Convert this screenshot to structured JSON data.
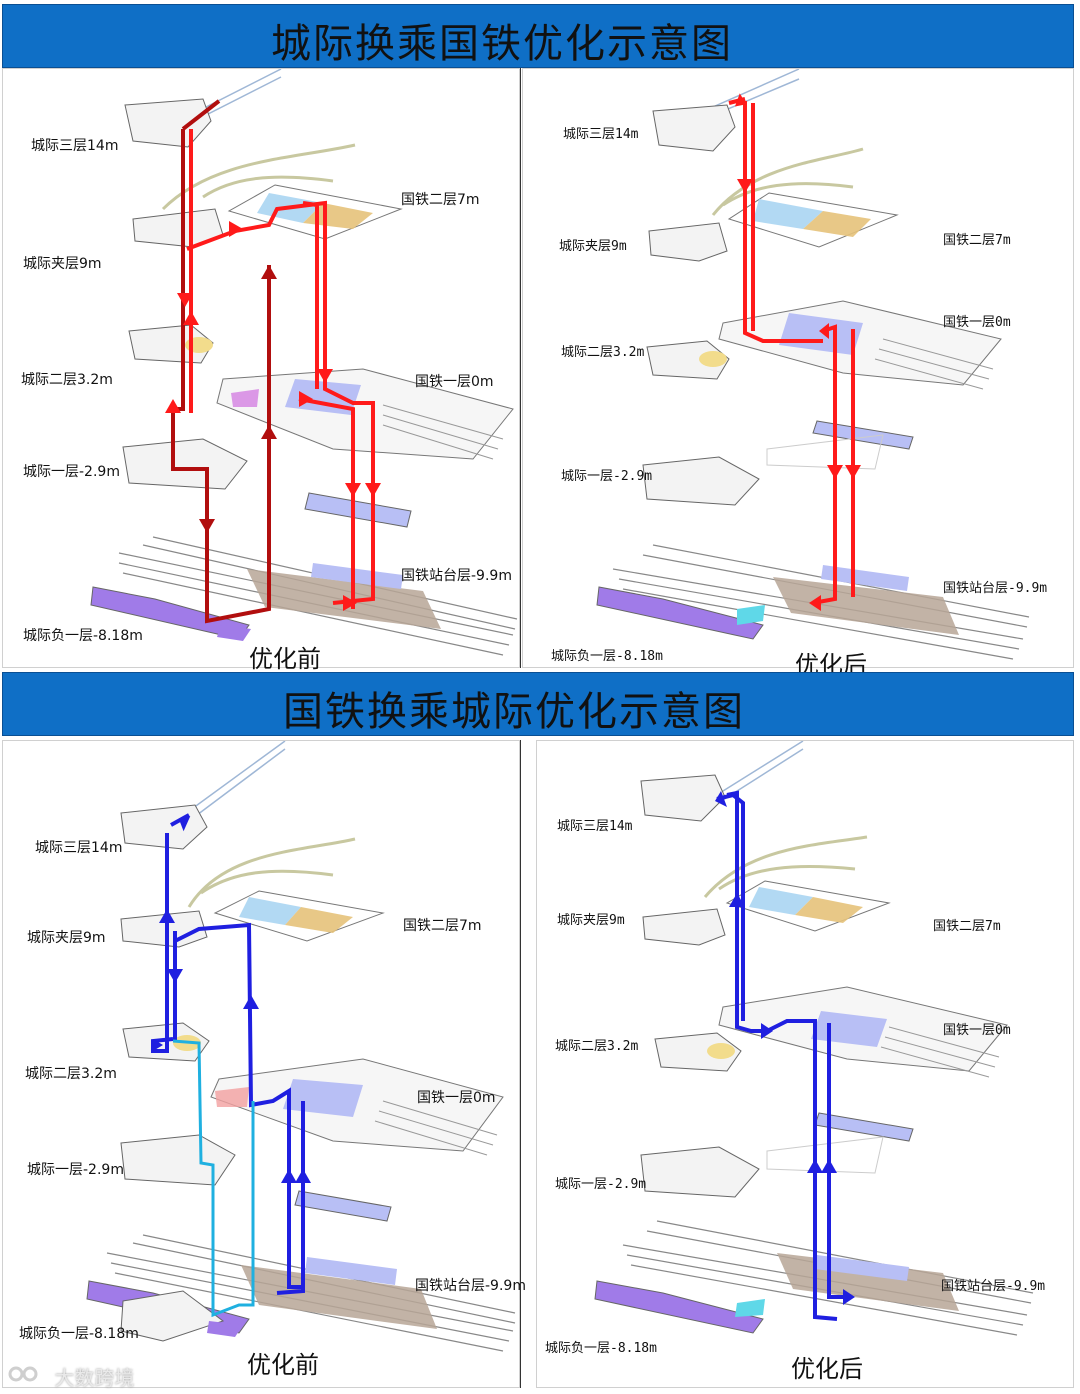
{
  "banners": {
    "top": "城际换乘国铁优化示意图",
    "bottom": "国铁换乘城际优化示意图"
  },
  "levels": {
    "city3": "城际三层14m",
    "cityMez": "城际夹层9m",
    "city2": "城际二层3.2m",
    "city1": "城际一层-2.9m",
    "cityB1": "城际负一层-8.18m",
    "nat2": "国铁二层7m",
    "nat1": "国铁一层0m",
    "natPlatform": "国铁站台层-9.9m"
  },
  "levelsCond": {
    "city3": "城际三层14m",
    "cityMez": "城际夹层9m",
    "city2": "城际二层3.2m",
    "city1": "城际一层-2.9m",
    "cityB1": "城际负一层-8.18m",
    "nat2": "国铁二层7m",
    "nat1": "国铁一层0m",
    "natPlatform": "国铁站台层-9.9m"
  },
  "captions": {
    "before": "优化前",
    "after": "优化后"
  },
  "watermark": {
    "text": "大数跨境",
    "logo": "logo-icon"
  },
  "colors": {
    "banner": "#0f6fc6",
    "red": "#ff1a1a",
    "darkRed": "#b10e0e",
    "blue": "#1f1fe0",
    "cyan": "#1fb0e0",
    "purple": "#a07be8",
    "lavender": "#c9c9f2",
    "tan": "#e5c27a"
  }
}
